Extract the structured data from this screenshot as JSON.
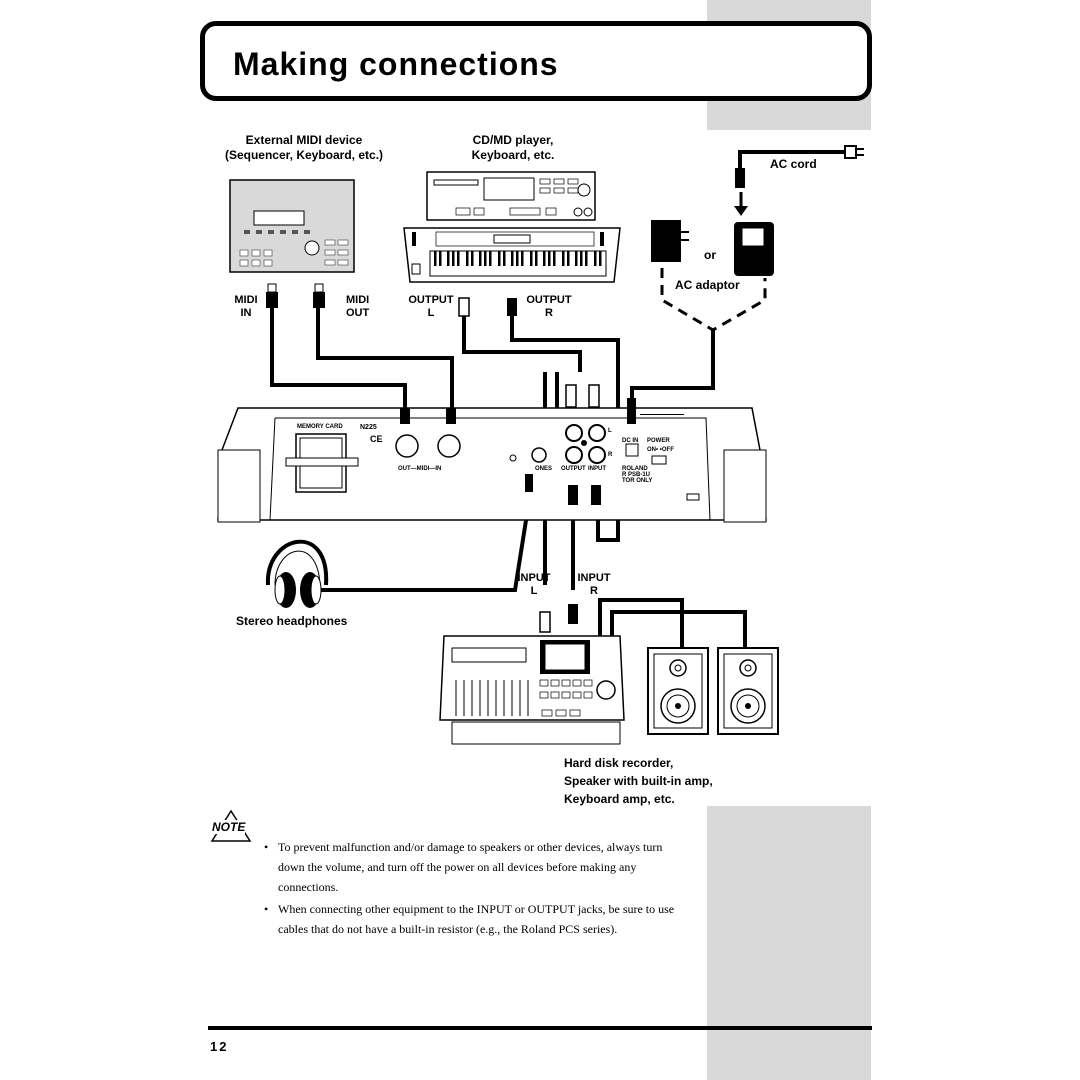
{
  "page": {
    "title": "Making connections",
    "page_number": "12"
  },
  "devices": {
    "external_midi": {
      "line1": "External MIDI device",
      "line2": "(Sequencer, Keyboard, etc.)"
    },
    "cd_md": {
      "line1": "CD/MD player,",
      "line2": "Keyboard, etc."
    },
    "ac_cord": "AC cord",
    "or": "or",
    "ac_adaptor": "AC adaptor",
    "headphones": "Stereo headphones",
    "recorder": {
      "line1": "Hard disk recorder,",
      "line2": "Speaker with  built-in amp,",
      "line3": "Keyboard amp, etc."
    }
  },
  "connectors": {
    "midi_in": {
      "line1": "MIDI",
      "line2": "IN"
    },
    "midi_out": {
      "line1": "MIDI",
      "line2": "OUT"
    },
    "output_l": {
      "line1": "OUTPUT",
      "line2": "L"
    },
    "output_r": {
      "line1": "OUTPUT",
      "line2": "R"
    },
    "input_l": {
      "line1": "INPUT",
      "line2": "L"
    },
    "input_r": {
      "line1": "INPUT",
      "line2": "R"
    }
  },
  "panel": {
    "memory_card": "MEMORY CARD",
    "model": "N225",
    "ce": "CE",
    "midi": "OUT—MIDI—IN",
    "phones": "ONES",
    "output": "OUTPUT",
    "input": "INPUT",
    "dc_in": "DC IN",
    "power": "POWER",
    "power_states": "ON• •OFF",
    "roland": "ROLAND",
    "adaptor_model": "R PSB-1U",
    "adaptor_only": "TOR ONLY",
    "l": "L",
    "r": "R"
  },
  "note": {
    "icon": "note-icon",
    "label": "NOTE",
    "items": [
      "To prevent malfunction and/or damage to speakers or other devices, always turn down the volume, and turn off the power on all devices before making any connections.",
      "When connecting other equipment to the INPUT or OUTPUT jacks, be sure to use cables that do not have a built-in resistor (e.g., the Roland PCS series)."
    ]
  }
}
